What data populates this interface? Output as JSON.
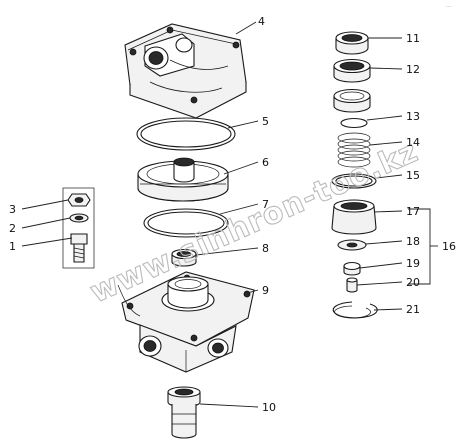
{
  "diagram": {
    "callouts": [
      "1",
      "2",
      "3",
      "4",
      "5",
      "6",
      "7",
      "8",
      "9",
      "10",
      "11",
      "12",
      "13",
      "14",
      "15",
      "16",
      "17",
      "18",
      "19",
      "20",
      "21"
    ],
    "watermark": "www.sinhron-too.kz",
    "corner_mark": "···"
  }
}
